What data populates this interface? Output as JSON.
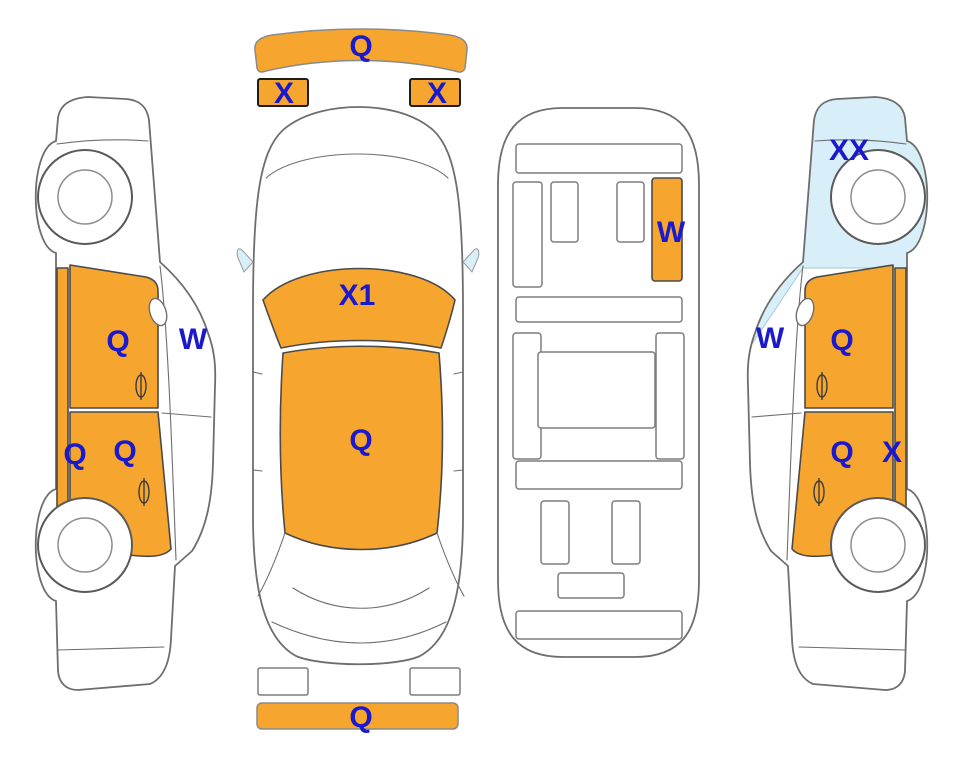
{
  "colors": {
    "highlight": "#F6A62F",
    "glass": "#D8EEF8",
    "label": "#1A1ACC",
    "outline": "#6E6E6E",
    "panel": "#4A4A4A",
    "background": "#FFFFFF"
  },
  "labels": {
    "left_front_door": "Q",
    "left_front_window": "W",
    "left_rocker": "Q",
    "left_rear_door": "Q",
    "front_bumper": "Q",
    "left_headlight": "X",
    "right_headlight": "X",
    "windshield": "X1",
    "roof": "Q",
    "rear_bumper": "Q",
    "underside_part": "W",
    "right_front_glass": "XX",
    "right_front_window": "W",
    "right_front_door": "Q",
    "right_rear_door": "Q",
    "right_rocker": "X"
  }
}
